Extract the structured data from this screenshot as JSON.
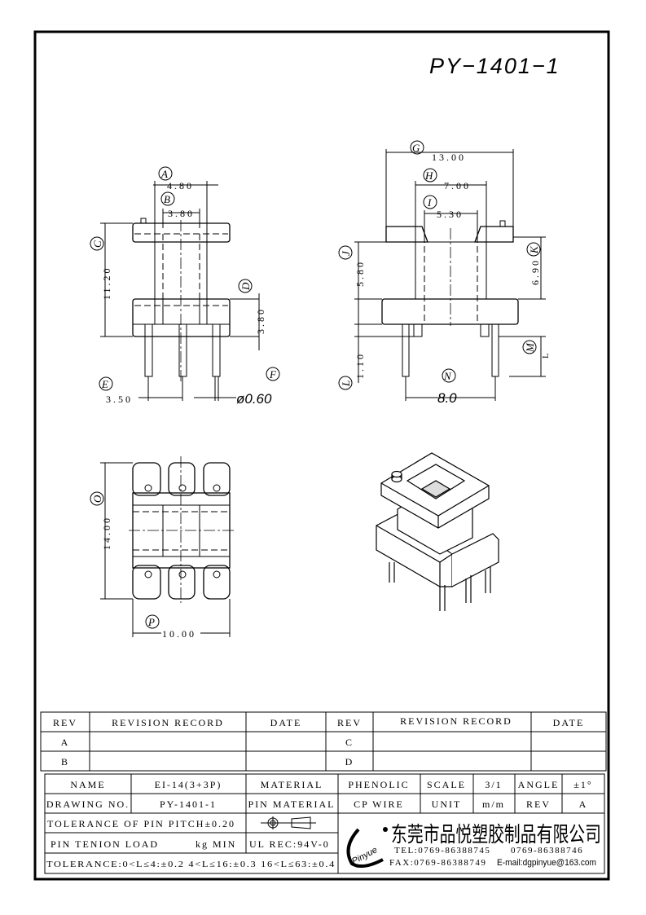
{
  "drawing": {
    "title": "PY−1401−1",
    "callouts": [
      "A",
      "B",
      "C",
      "D",
      "E",
      "F",
      "G",
      "H",
      "I",
      "J",
      "K",
      "L",
      "M",
      "N",
      "O",
      "P"
    ],
    "dims": {
      "a": "4.80",
      "b": "3.80",
      "c": "11.20",
      "d": "3.80",
      "e": "3.50",
      "f": "ø0.60",
      "g": "13.00",
      "h": "7.00",
      "i": "5.30",
      "j": "5.80",
      "k": "6.90",
      "l": "1.10",
      "m": "L",
      "n": "8.0",
      "o": "14.00",
      "p": "10.00"
    }
  },
  "revision_table": {
    "headers": [
      "REV",
      "REVISION RECORD",
      "DATE",
      "REV",
      "REVISION RECORD",
      "DATE"
    ],
    "rows": [
      [
        "A",
        "",
        "",
        "C",
        "",
        ""
      ],
      [
        "B",
        "",
        "",
        "D",
        "",
        ""
      ]
    ]
  },
  "title_block": {
    "name_label": "NAME",
    "name_value": "EI-14(3+3P)",
    "material_label": "MATERIAL",
    "material_value": "PHENOLIC",
    "scale_label": "SCALE",
    "scale_value": "3/1",
    "angle_label": "ANGLE",
    "angle_value": "±1°",
    "drawing_no_label": "DRAWING NO.",
    "drawing_no_value": "PY-1401-1",
    "pin_material_label": "PIN MATERIAL",
    "pin_material_value": "CP WIRE",
    "unit_label": "UNIT",
    "unit_value": "m/m",
    "rev_label": "REV",
    "rev_value": "A",
    "pin_pitch_tolerance": "TOLERANCE OF PIN PITCH±0.20",
    "pin_tension_label": "PIN TENION LOAD",
    "pin_tension_unit": "kg MIN",
    "ul_rec": "UL REC:94V-0",
    "tolerance": "TOLERANCE:0<L≤4:±0.2  4<L≤16:±0.3  16<L≤63:±0.4",
    "company": {
      "logo_text": "Pinyue",
      "name": "东莞市品悦塑胶制品有限公司",
      "tel": "TEL:0769-86388745",
      "tel2": "0769-86388746",
      "fax": "FAX:0769-86388749",
      "email": "E-mail:dgpinyue@163.com"
    }
  }
}
